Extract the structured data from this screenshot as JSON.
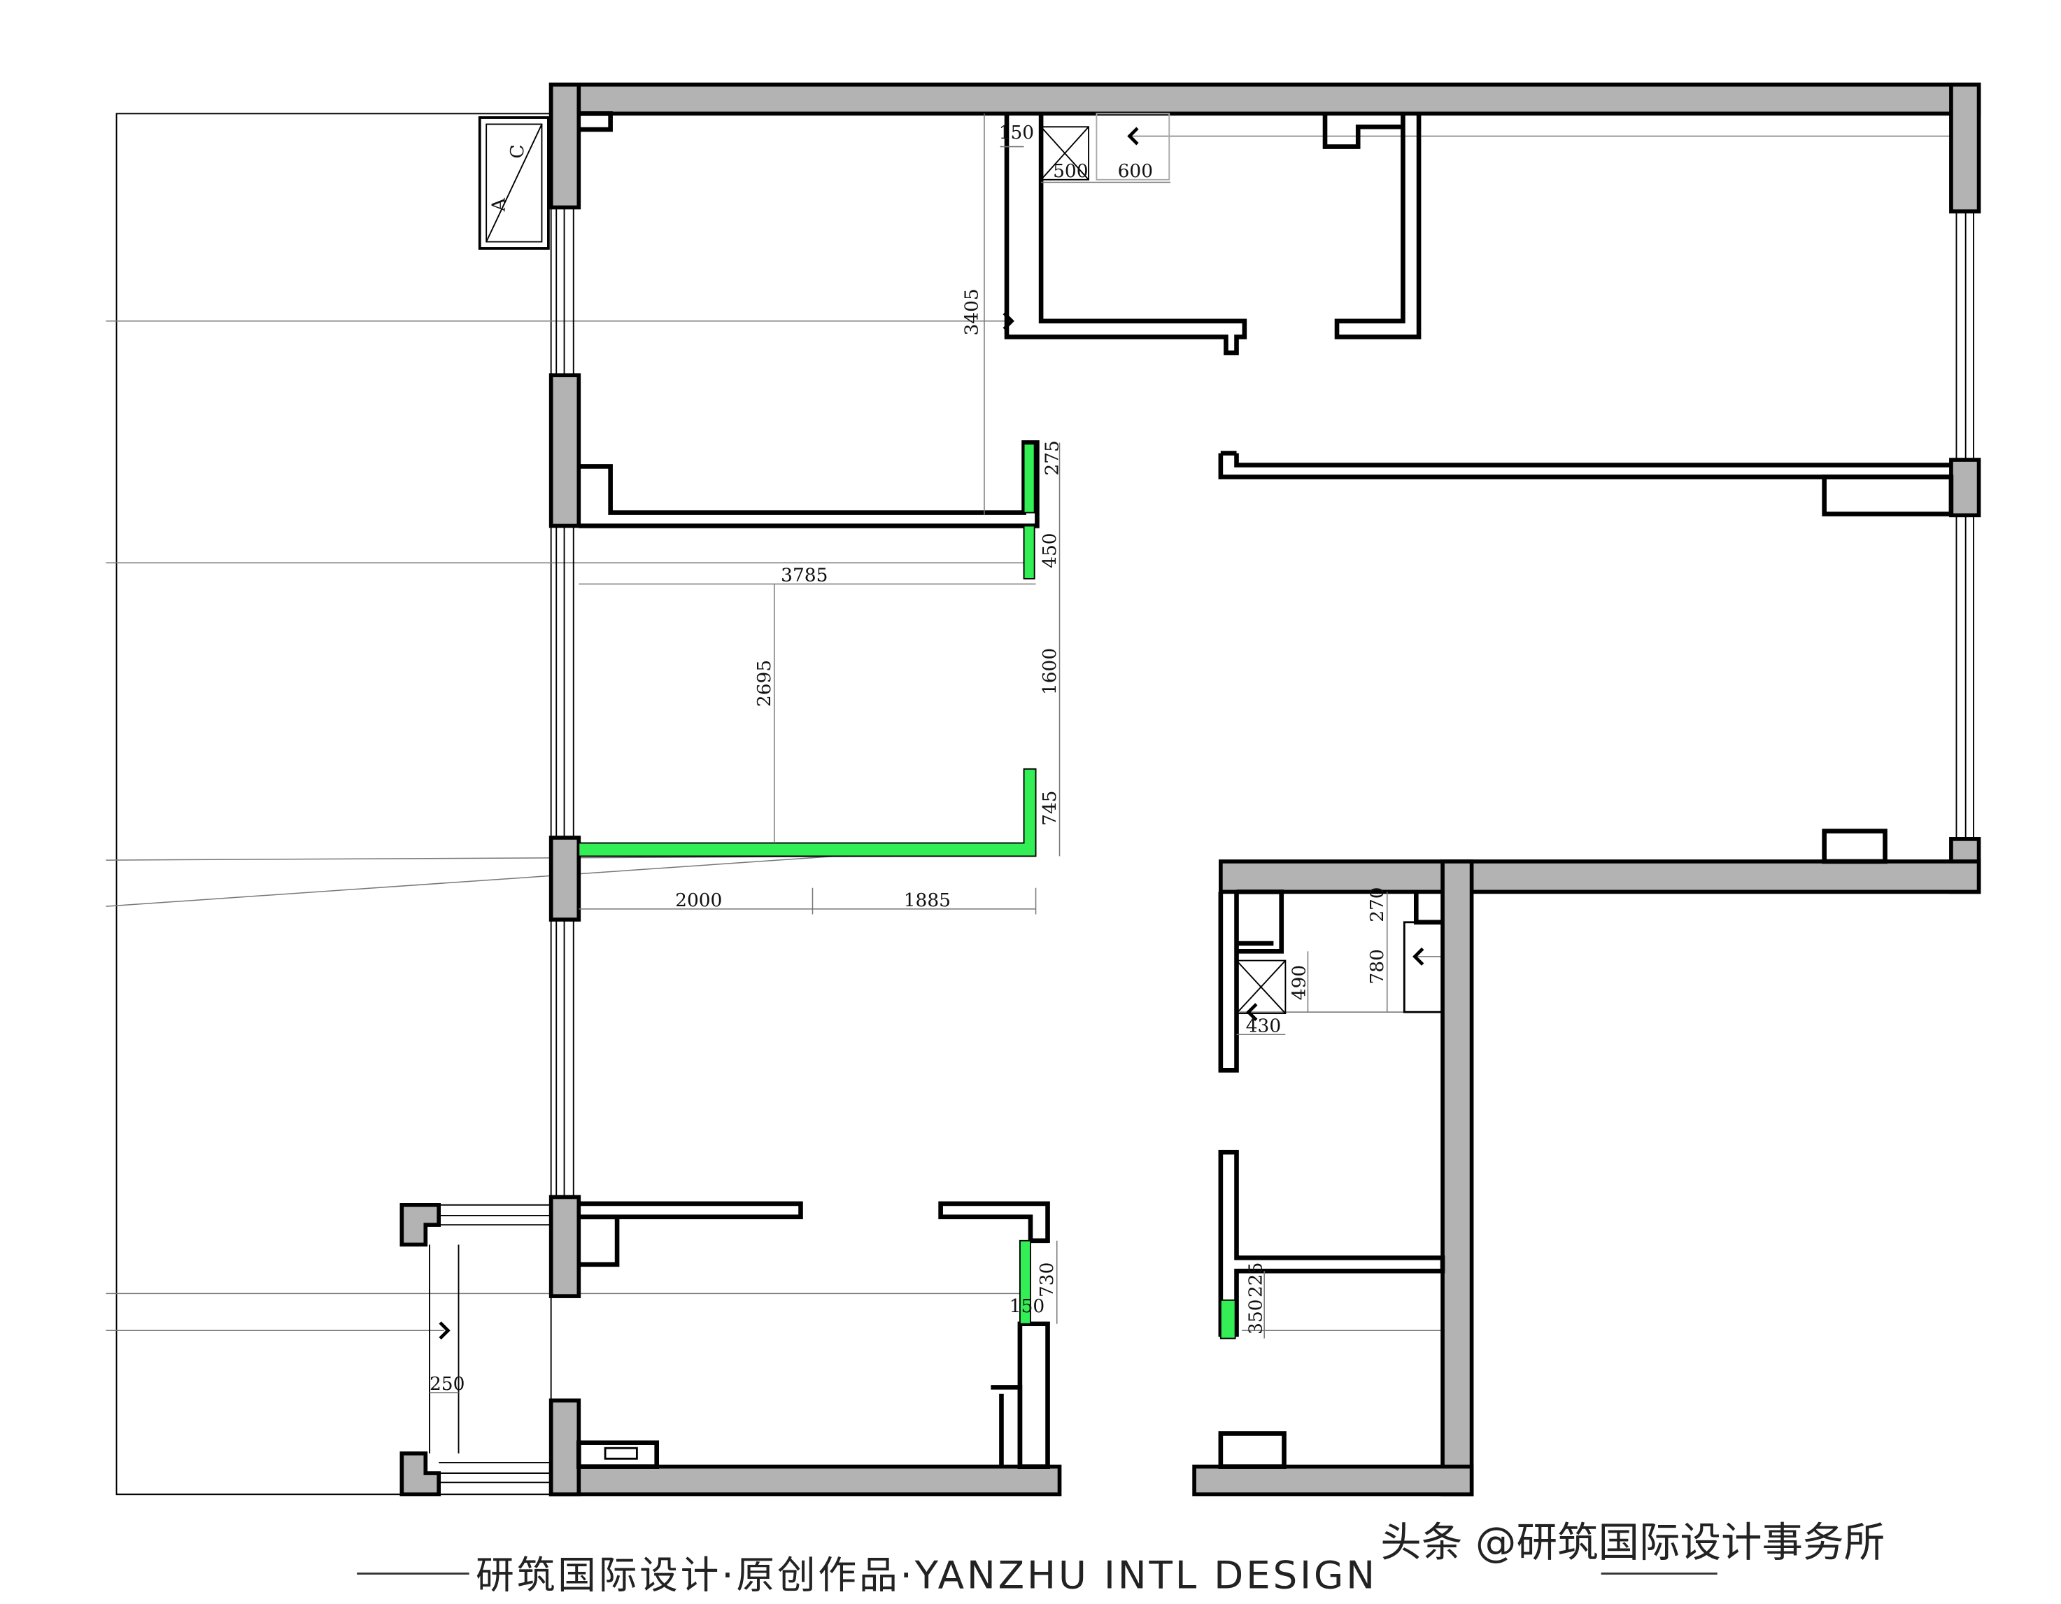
{
  "plan": {
    "ac_unit": {
      "label_a": "A",
      "label_c": "C"
    },
    "dimensions": {
      "d150_top": "150",
      "d500": "500",
      "d600": "600",
      "d3405": "3405",
      "d275": "275",
      "d450": "450",
      "d3785": "3785",
      "d2695": "2695",
      "d1600": "1600",
      "d745": "745",
      "d2000": "2000",
      "d1885": "1885",
      "d270": "270",
      "d780": "780",
      "d490": "490",
      "d430": "430",
      "d730": "730",
      "d150_bottom": "150",
      "d225": "225",
      "d350": "350",
      "d250": "250"
    },
    "colors": {
      "wall": "#b3b3b3",
      "new_wall": "#33ee55"
    }
  },
  "footer": {
    "caption": "研筑国际设计·原创作品·YANZHU INTL DESIGN"
  },
  "watermark": {
    "text": "头条 @研筑国际设计事务所"
  }
}
